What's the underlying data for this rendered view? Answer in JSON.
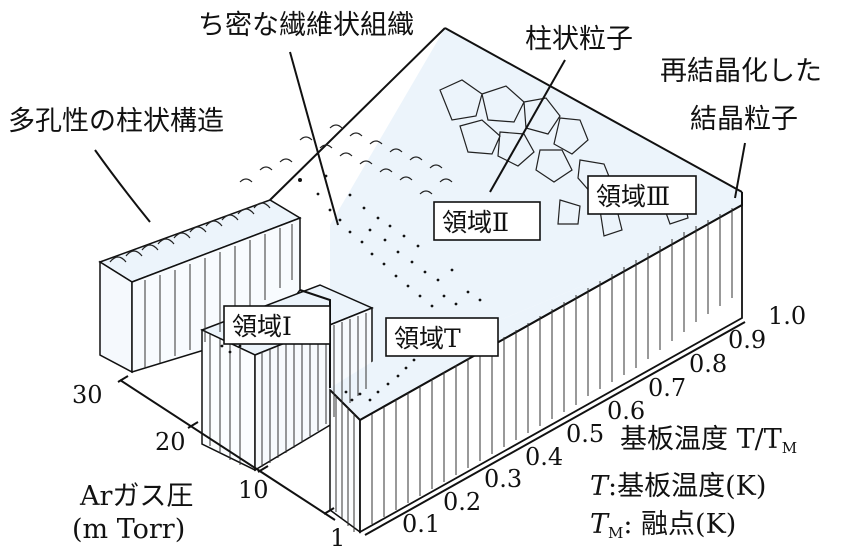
{
  "labels": {
    "dense_fiber": "ち密な繊維状組織",
    "columnar_grain": "柱状粒子",
    "recrystallized_line1": "再結晶化した",
    "recrystallized_line2": "結晶粒子",
    "porous_columnar": "多孔性の柱状構造"
  },
  "zones": {
    "zone1": "領域Ⅰ",
    "zoneT": "領域T",
    "zone2": "領域Ⅱ",
    "zone3": "領域Ⅲ"
  },
  "axis_pressure": {
    "ticks": [
      "30",
      "20",
      "10",
      "1"
    ],
    "title_line1": "Arガス圧",
    "title_line2": "(m Torr)"
  },
  "axis_temperature": {
    "ticks": [
      "0.1",
      "0.2",
      "0.3",
      "0.4",
      "0.5",
      "0.6",
      "0.7",
      "0.8",
      "0.9",
      "1.0"
    ],
    "title": "基板温度 T/T",
    "title_sub": "M"
  },
  "legend": {
    "t_symbol": "T",
    "t_desc": ":基板温度(K)",
    "tm_symbol": "T",
    "tm_sub": "M",
    "tm_desc": ": 融点(K)"
  },
  "colors": {
    "top_surface": "#ecf4fb",
    "front_face": "#ffffff",
    "line": "#111111"
  }
}
